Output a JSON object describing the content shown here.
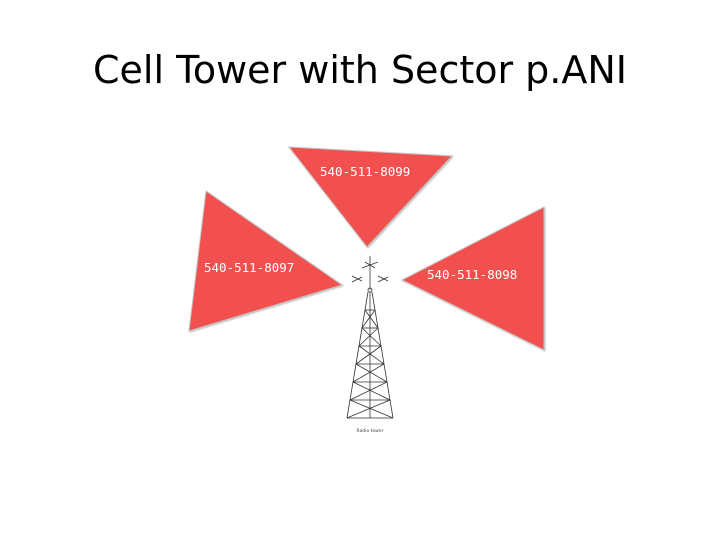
{
  "slide": {
    "title": "Cell Tower with Sector p.ANI"
  },
  "diagram": {
    "sector_color": "#f25050",
    "sector_edge_color": "#c4c4c4",
    "tower_color": "#333333",
    "sectors": [
      {
        "id": "top",
        "label": "540-511-8099"
      },
      {
        "id": "left",
        "label": "540-511-8097"
      },
      {
        "id": "right",
        "label": "540-511-8098"
      }
    ],
    "tower": {
      "caption": "Radio tower"
    }
  }
}
